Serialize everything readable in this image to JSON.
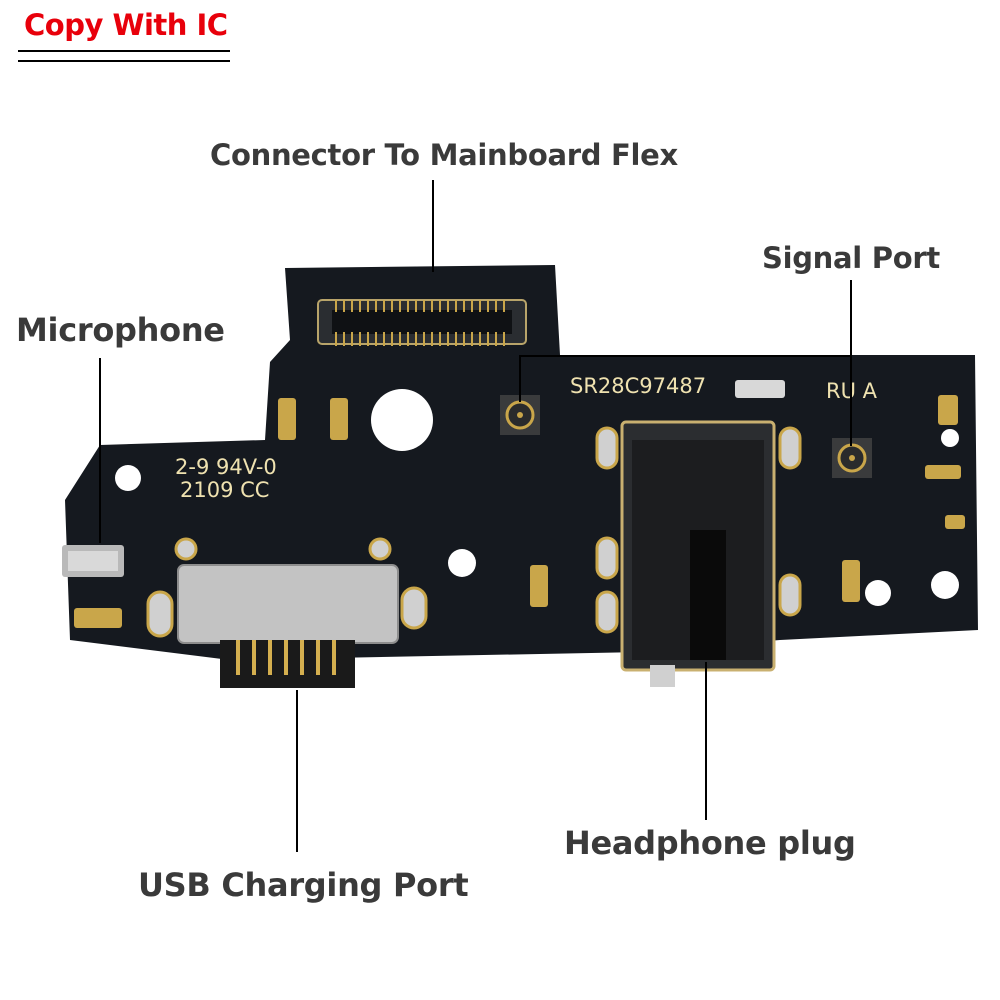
{
  "badge": {
    "text": "Copy With IC",
    "color": "#e8000b"
  },
  "labels": {
    "connector": "Connector To Mainboard Flex",
    "signal_port": "Signal Port",
    "microphone": "Microphone",
    "usb": "USB Charging Port",
    "headphone": "Headphone plug"
  },
  "board_text": {
    "rating_line1": "2-9 94V-0",
    "rating_line2": "2109 CC",
    "part_number": "SR28C97487",
    "rev": "RU A"
  },
  "colors": {
    "board": "#15191f",
    "gold": "#c9a64a",
    "label": "#3a3a3a"
  }
}
